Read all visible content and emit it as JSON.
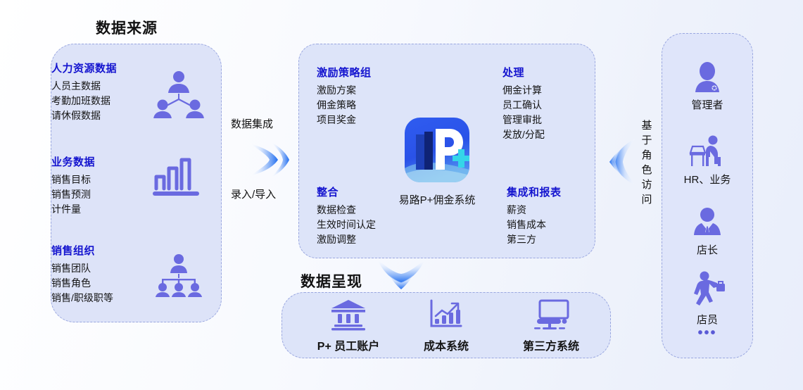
{
  "titles": {
    "data_source": "数据来源",
    "data_presentation": "数据呈现"
  },
  "source_panel": {
    "groups": [
      {
        "heading": "人力资源数据",
        "icon": "people-group-icon",
        "items": [
          "人员主数据",
          "考勤加班数据",
          "请休假数据"
        ]
      },
      {
        "heading": "业务数据",
        "icon": "bar-chart-icon",
        "items": [
          "销售目标",
          "销售预测",
          "计件量"
        ]
      },
      {
        "heading": "销售组织",
        "icon": "org-chart-icon",
        "items": [
          "销售团队",
          "销售角色",
          "销售/职级职等"
        ]
      }
    ]
  },
  "connectors": {
    "left_top_label": "数据集成",
    "left_bottom_label": "录入/导入",
    "left_arrow_icon": "arrow-right-icon",
    "right_arrow_icon": "arrow-left-icon",
    "right_label_chars": [
      "基",
      "于",
      "角",
      "色",
      "访",
      "问"
    ],
    "down_arrow_icon": "arrow-down-icon"
  },
  "center_panel": {
    "groups": [
      {
        "heading": "激励策略组",
        "items": [
          "激励方案",
          "佣金策略",
          "项目奖金"
        ]
      },
      {
        "heading": "处理",
        "items": [
          "佣金计算",
          "员工确认",
          "管理审批",
          "发放/分配"
        ]
      },
      {
        "heading": "整合",
        "items": [
          "数据检查",
          "生效时间认定",
          "激励调整"
        ]
      },
      {
        "heading": "集成和报表",
        "items": [
          "薪资",
          "销售成本",
          "第三方"
        ]
      }
    ],
    "logo": {
      "icon": "p-plus-app-logo",
      "letter": "P",
      "plus": "+",
      "caption": "易路P+佣金系统"
    }
  },
  "bottom_panel": {
    "tiles": [
      {
        "icon": "bank-icon",
        "label": "P+ 员工账户"
      },
      {
        "icon": "growth-chart-icon",
        "label": "成本系统"
      },
      {
        "icon": "desktop-computer-icon",
        "label": "第三方系统"
      }
    ]
  },
  "right_panel": {
    "roles": [
      {
        "icon": "user-avatar-icon",
        "label": "管理者"
      },
      {
        "icon": "person-at-desk-icon",
        "label": "HR、业务"
      },
      {
        "icon": "manager-suit-icon",
        "label": "店长"
      },
      {
        "icon": "walking-person-icon",
        "label": "店员"
      }
    ],
    "more": "•••"
  },
  "colors": {
    "panel_bg": "#dde3f8",
    "panel_border": "#9aa7e0",
    "heading_blue": "#1414cf",
    "icon_purple": "#6a6ae0",
    "logo_blue": "#2a52e8",
    "arrow_blue": "#2f72f0"
  }
}
